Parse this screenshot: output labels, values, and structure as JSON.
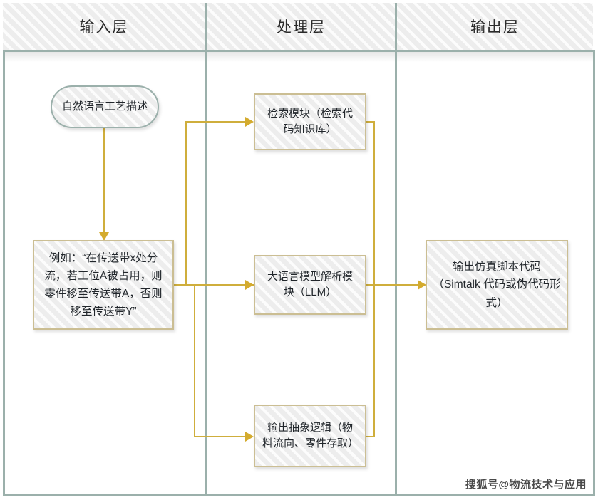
{
  "diagram": {
    "type": "swimlane-flowchart",
    "lanes": [
      {
        "id": "input",
        "label": "输入层"
      },
      {
        "id": "processing",
        "label": "处理层"
      },
      {
        "id": "output",
        "label": "输出层"
      }
    ],
    "nodes": [
      {
        "id": "start",
        "lane": "input",
        "shape": "stadium",
        "label": "自然语言工艺描述"
      },
      {
        "id": "example",
        "lane": "input",
        "shape": "rect",
        "label": "例如：“在传送带x处分流，若工位A被占用，则零件移至传送带A，否则移至传送带Y”"
      },
      {
        "id": "retrieval",
        "lane": "processing",
        "shape": "rect",
        "label": "检索模块（检索代码知识库）"
      },
      {
        "id": "llm",
        "lane": "processing",
        "shape": "rect",
        "label": "大语言模型解析模块（LLM）"
      },
      {
        "id": "abstract",
        "lane": "processing",
        "shape": "rect",
        "label": "输出抽象逻辑（物料流向、零件存取）"
      },
      {
        "id": "result",
        "lane": "output",
        "shape": "rect",
        "label": "输出仿真脚本代码（Simtalk 代码或伪代码形式）"
      }
    ],
    "edges": [
      {
        "from": "start",
        "to": "example"
      },
      {
        "from": "example",
        "to": "retrieval"
      },
      {
        "from": "example",
        "to": "llm"
      },
      {
        "from": "example",
        "to": "abstract"
      },
      {
        "from": "retrieval",
        "to": "result"
      },
      {
        "from": "llm",
        "to": "result"
      },
      {
        "from": "abstract",
        "to": "result"
      }
    ],
    "colors": {
      "lane_border": "#9bb0ab",
      "node_fill": "#ededed",
      "rect_border": "#cbbe93",
      "stadium_border": "#9bb0ab",
      "connector": "#cfae3c",
      "arrowhead": "#d4ab2e",
      "text": "#21262b",
      "background": "#ffffff"
    }
  },
  "watermark": {
    "text": "搜狐号@物流技术与应用"
  }
}
